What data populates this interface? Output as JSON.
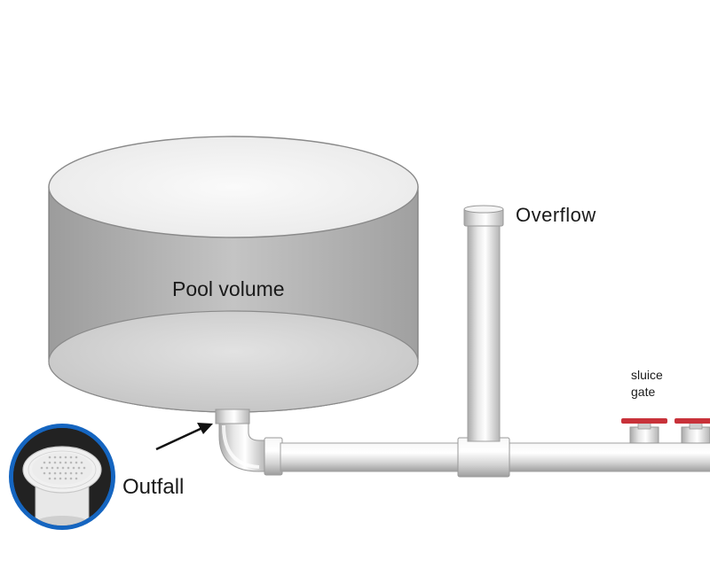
{
  "labels": {
    "pool_volume": "Pool volume",
    "overflow": "Overflow",
    "outfall": "Outfall",
    "sluice_gate_line1": "sluice",
    "sluice_gate_line2": "gate"
  },
  "colors": {
    "tank_wall": "#b3b3b3",
    "tank_top": "#f3f3f3",
    "tank_bottom": "#d4d4d4",
    "pipe": "#dcdcdc",
    "valve_handle": "#c8323a",
    "drain_ring": "#1565c0",
    "arrow": "#111111"
  },
  "icons": {
    "outfall_inset": "drain-grate-photo-icon",
    "valve": "valve-icon"
  }
}
